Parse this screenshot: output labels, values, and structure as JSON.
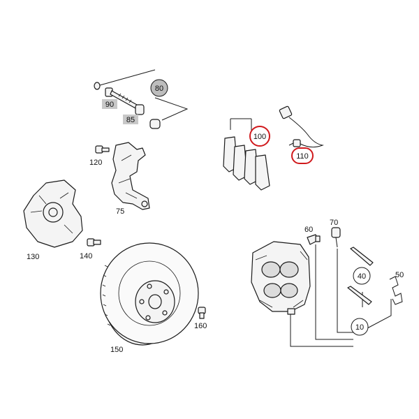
{
  "callouts": {
    "p10": "10",
    "p40": "40",
    "p50": "50",
    "p60": "60",
    "p70": "70",
    "p75": "75",
    "p80": "80",
    "p85": "85",
    "p90": "90",
    "p100": "100",
    "p110": "110",
    "p120": "120",
    "p130": "130",
    "p140": "140",
    "p150": "150",
    "p160": "160"
  },
  "colors": {
    "highlight_ring": "#d0191c",
    "grey_badge": "#c8c8c8",
    "grey_circle": "#bdbdbd",
    "line": "#1a1a1a"
  }
}
